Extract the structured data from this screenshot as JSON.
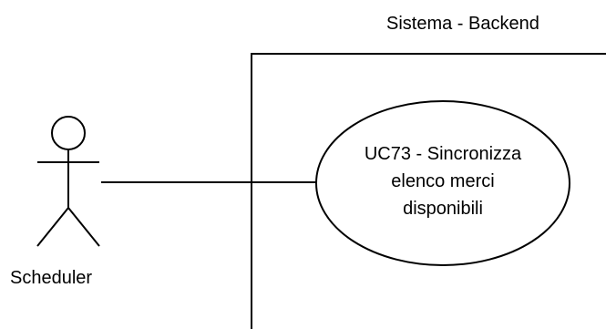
{
  "system": {
    "title": "Sistema - Backend"
  },
  "actor": {
    "label": "Scheduler"
  },
  "use_case": {
    "lines": [
      "UC73 - Sincronizza",
      "elenco merci",
      "disponibili"
    ]
  },
  "colors": {
    "stroke": "#000000",
    "background": "#ffffff"
  }
}
